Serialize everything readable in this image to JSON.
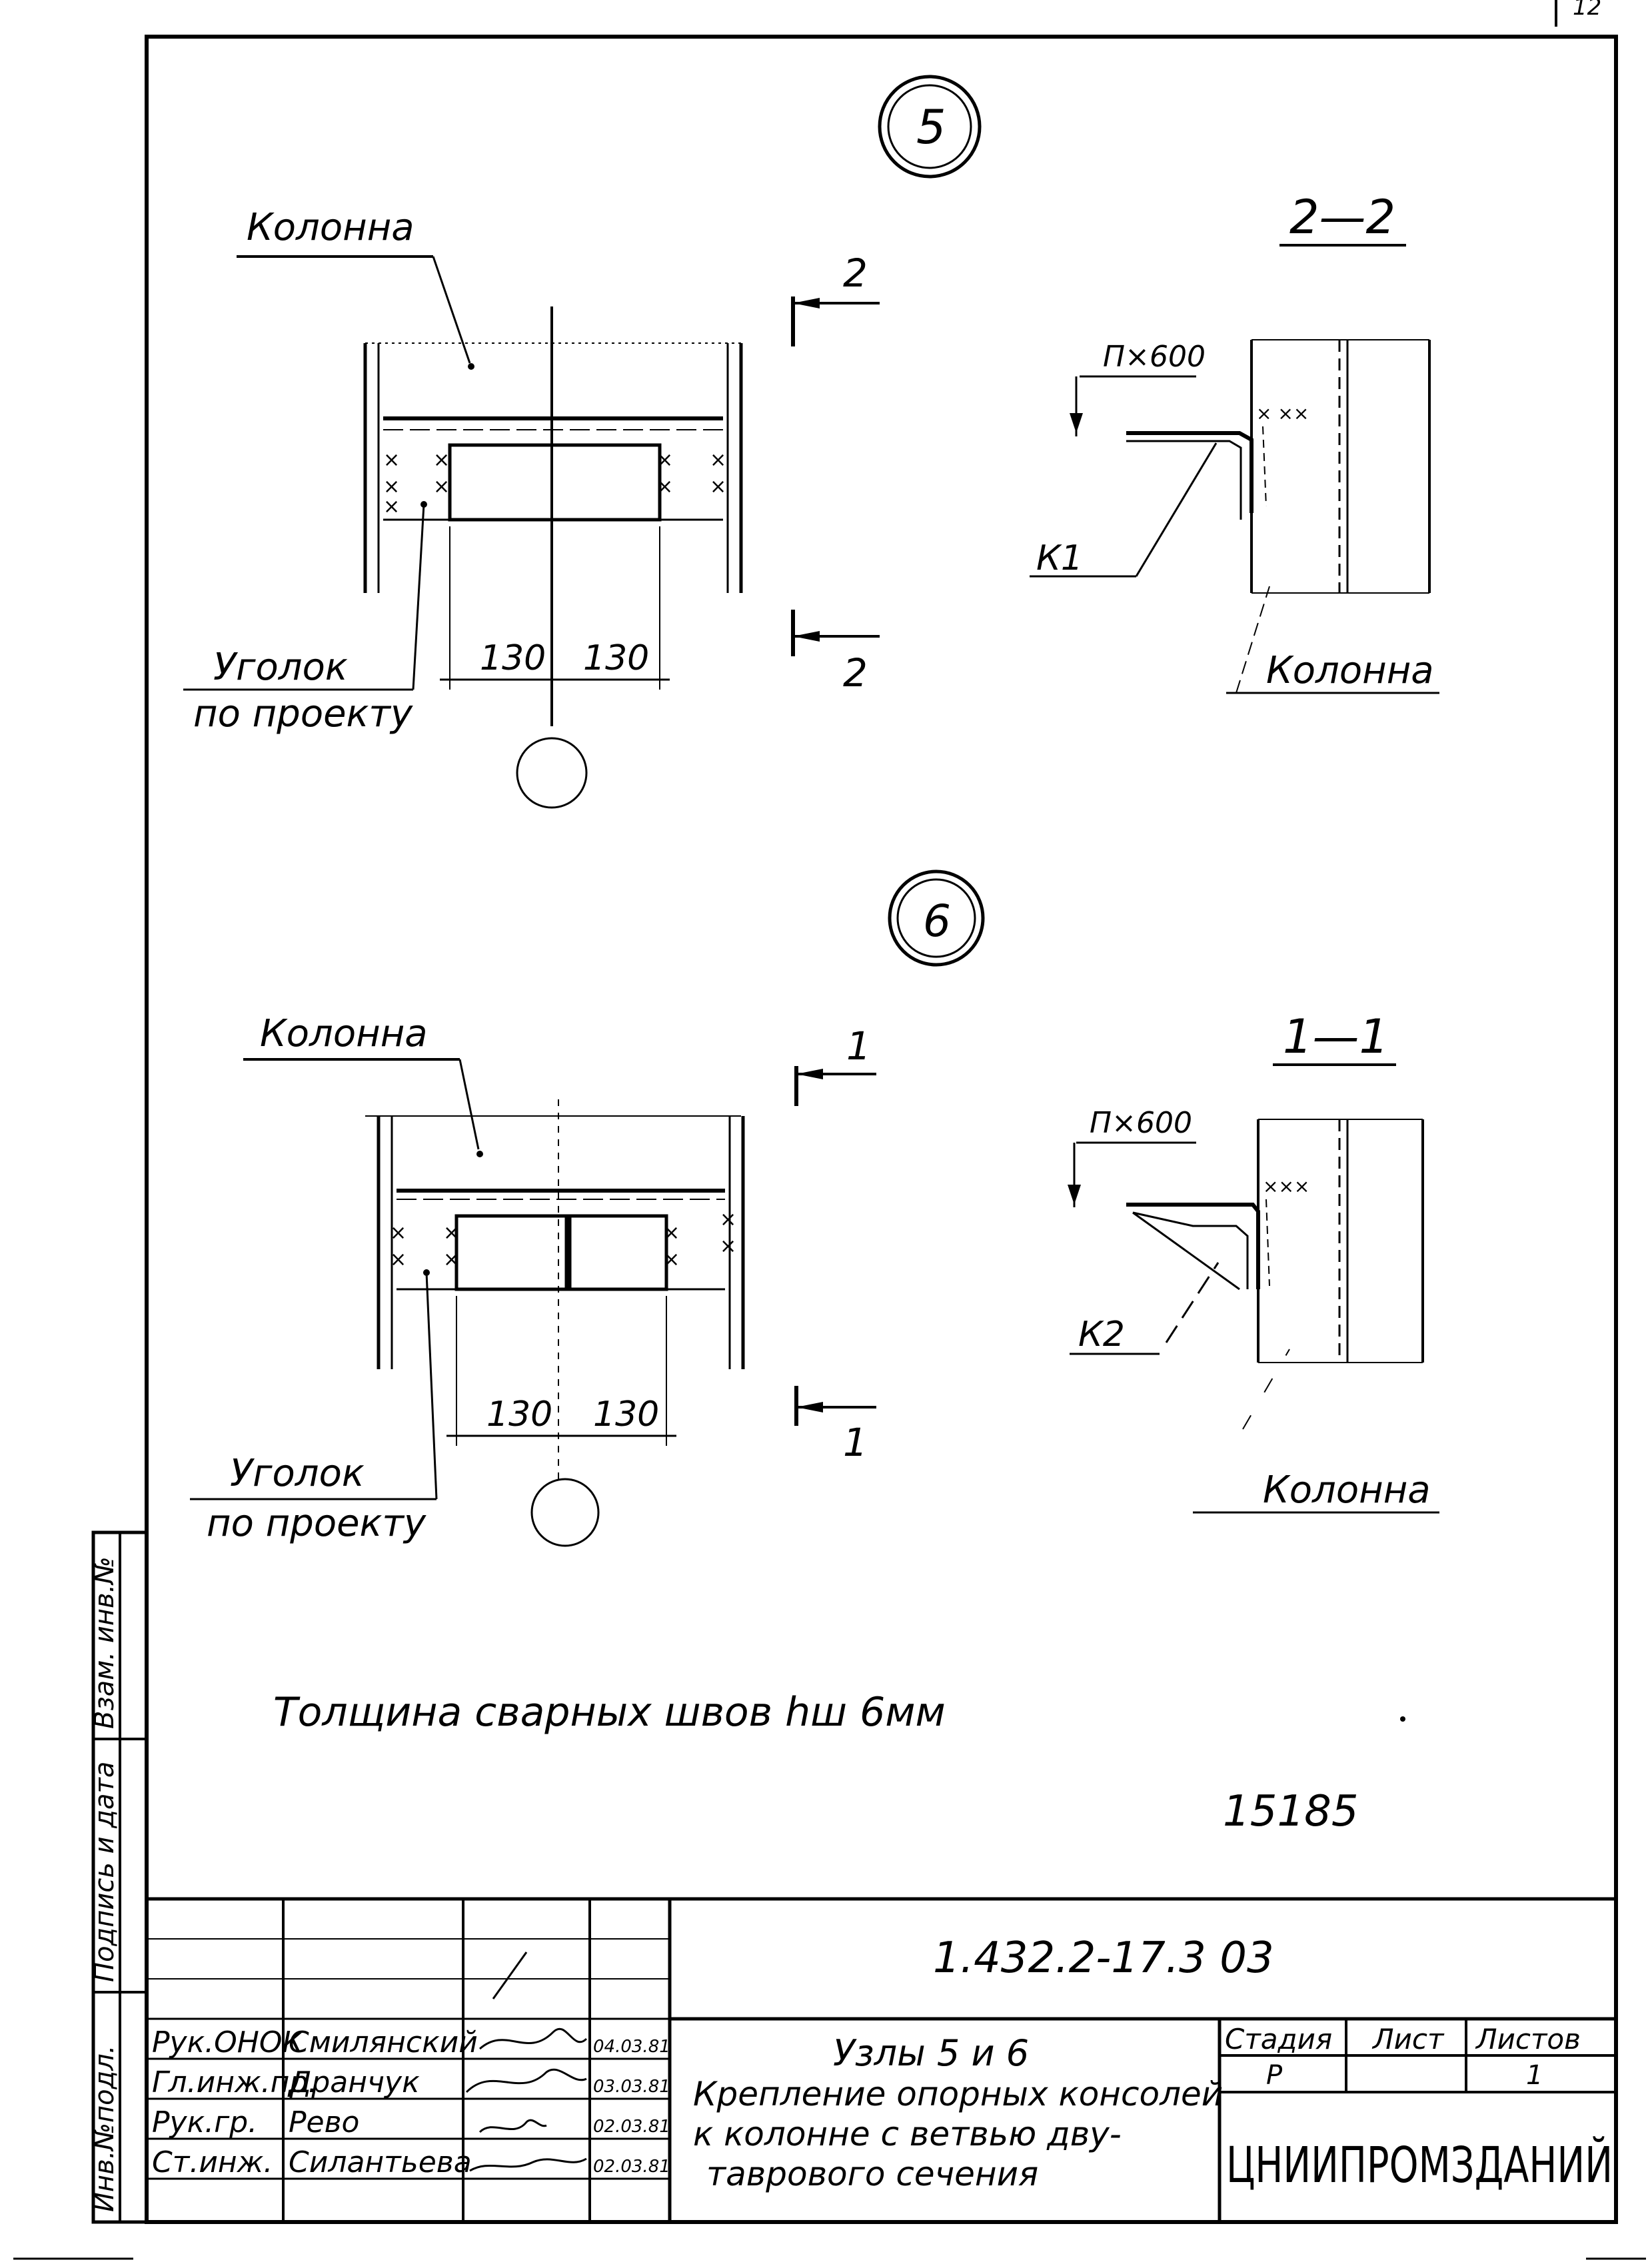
{
  "page_mark": "12",
  "node5": {
    "number": "5",
    "label_column": "Колонна",
    "label_angle_1": "Уголок",
    "label_angle_2": "по проекту",
    "dim_left": "130",
    "dim_right": "130",
    "cut_label_top": "2",
    "cut_label_bottom": "2"
  },
  "section22": {
    "title": "2—2",
    "dim": "П×600",
    "part": "К1",
    "label_column": "Колонна"
  },
  "node6": {
    "number": "6",
    "label_column": "Колонна",
    "label_angle_1": "Уголок",
    "label_angle_2": "по проекту",
    "dim_left": "130",
    "dim_right": "130",
    "cut_label_top": "1",
    "cut_label_bottom": "1"
  },
  "section11": {
    "title": "1—1",
    "dim": "П×600",
    "part": "К2",
    "label_column": "Колонна"
  },
  "note": "Толщина сварных швов hш 6мм",
  "handwritten_number": "15185",
  "side_stamp": {
    "inv_podl": "Инв.№подл.",
    "podpis_data": "Подпись и дата",
    "vzam_inv": "Взам. инв.№"
  },
  "title_block": {
    "doc_code": "1.432.2-17.3 03",
    "rows": [
      {
        "role": "Рук.ОНОК",
        "name": "Смилянский",
        "date": "04.03.81"
      },
      {
        "role": "Гл.инж.пр.",
        "name": "Дранчук",
        "date": "03.03.81"
      },
      {
        "role": "Рук.гр.",
        "name": "Рево",
        "date": "02.03.81"
      },
      {
        "role": "Ст.инж.",
        "name": "Силантьева",
        "date": "02.03.81"
      }
    ],
    "title_line1": "Узлы 5 и 6",
    "title_line2": "Крепление опорных консолей",
    "title_line3": "к колонне с ветвью дву-",
    "title_line4": "таврового сечения",
    "stage_header": "Стадия",
    "sheet_header": "Лист",
    "sheets_header": "Листов",
    "stage_value": "Р",
    "sheet_value": "",
    "sheets_value": "1",
    "organization": "ЦНИИПРОМЗДАНИЙ"
  }
}
